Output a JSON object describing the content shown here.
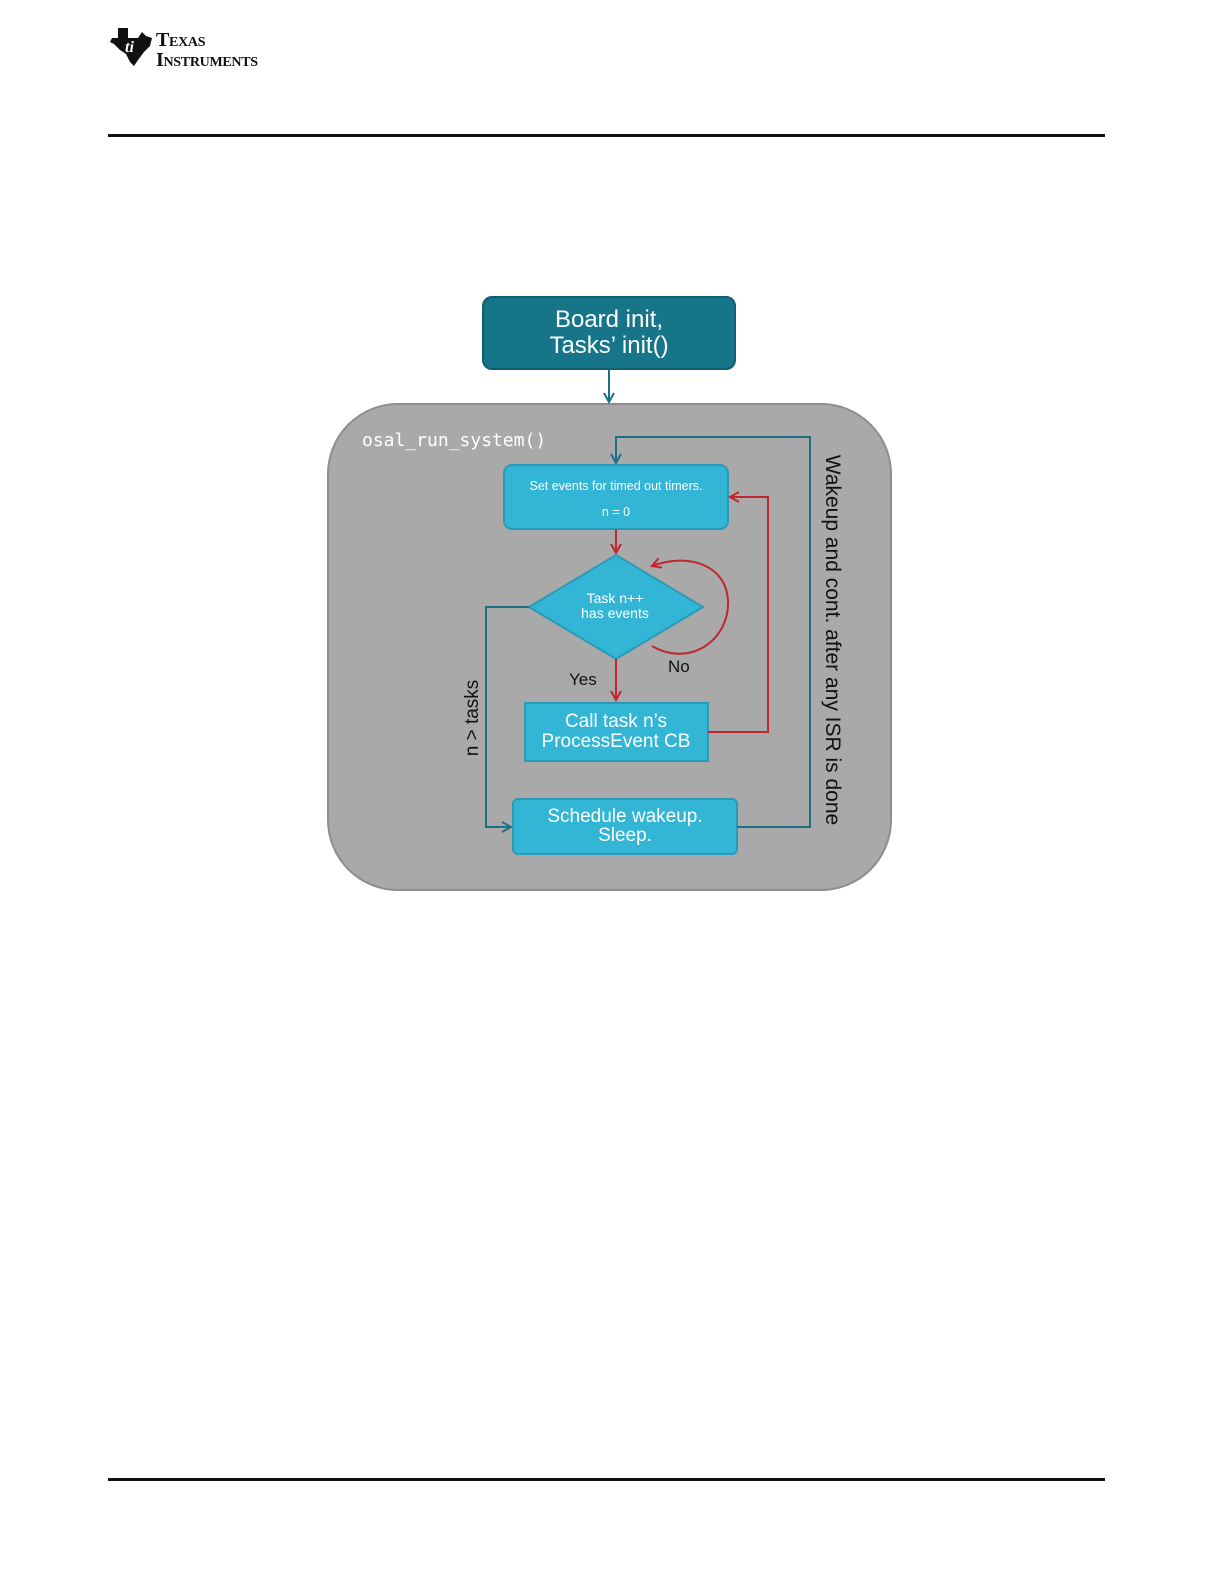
{
  "header": {
    "logo_line1": "Texas",
    "logo_line2": "Instruments"
  },
  "diagram": {
    "colors": {
      "dark_teal": "#167589",
      "light_blue": "#33b5d6",
      "panel_gray": "#a9a9a9",
      "red_arrow": "#c0262d",
      "teal_arrow": "#1d6f85"
    },
    "init_box": {
      "line1": "Board init,",
      "line2": "Tasks’ init()"
    },
    "container_label": "osal_run_system()",
    "set_events_box": {
      "line1": "Set events for timed out timers.",
      "line2": "n = 0"
    },
    "decision": {
      "line1": "Task n++",
      "line2": "has events"
    },
    "no_label": "No",
    "yes_label": "Yes",
    "process_box": {
      "line1": "Call task n’s",
      "line2": "ProcessEvent CB"
    },
    "schedule_box": {
      "line1": "Schedule wakeup.",
      "line2": "Sleep."
    },
    "left_loop_label": "n > tasks",
    "right_loop_label": "Wakeup and cont. after any ISR is done"
  }
}
